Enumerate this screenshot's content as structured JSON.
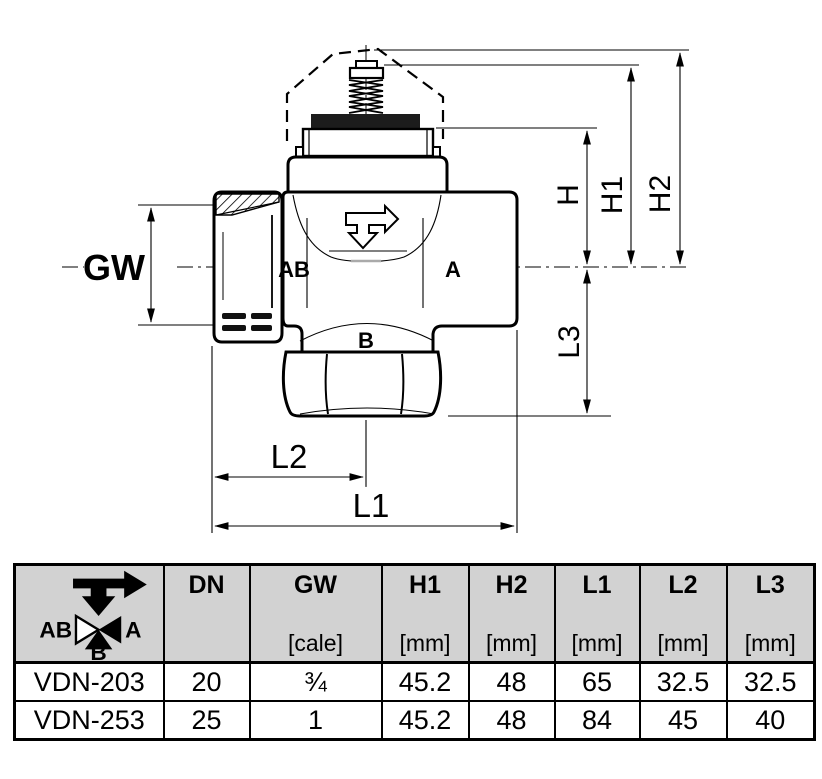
{
  "drawing": {
    "dims": {
      "gw": "GW",
      "h": "H",
      "h1": "H1",
      "h2": "H2",
      "l1": "L1",
      "l2": "L2",
      "l3": "L3"
    },
    "ports": {
      "ab": "AB",
      "a": "A",
      "b": "B"
    }
  },
  "table": {
    "symbol": {
      "ab": "AB",
      "a": "A",
      "b": "B"
    },
    "columns": [
      {
        "label": "DN",
        "unit": ""
      },
      {
        "label": "GW",
        "unit": "[cale]"
      },
      {
        "label": "H1",
        "unit": "[mm]"
      },
      {
        "label": "H2",
        "unit": "[mm]"
      },
      {
        "label": "L1",
        "unit": "[mm]"
      },
      {
        "label": "L2",
        "unit": "[mm]"
      },
      {
        "label": "L3",
        "unit": "[mm]"
      }
    ],
    "rows": [
      [
        "VDN-203",
        "20",
        "¾",
        "45.2",
        "48",
        "65",
        "32.5",
        "32.5"
      ],
      [
        "VDN-253",
        "25",
        "1",
        "45.2",
        "48",
        "84",
        "45",
        "40"
      ]
    ]
  },
  "colors": {
    "ink": "#000000",
    "table_header_bg": "#d2d2d2",
    "actuator_pad": "#1c1c1c",
    "background": "#ffffff"
  }
}
